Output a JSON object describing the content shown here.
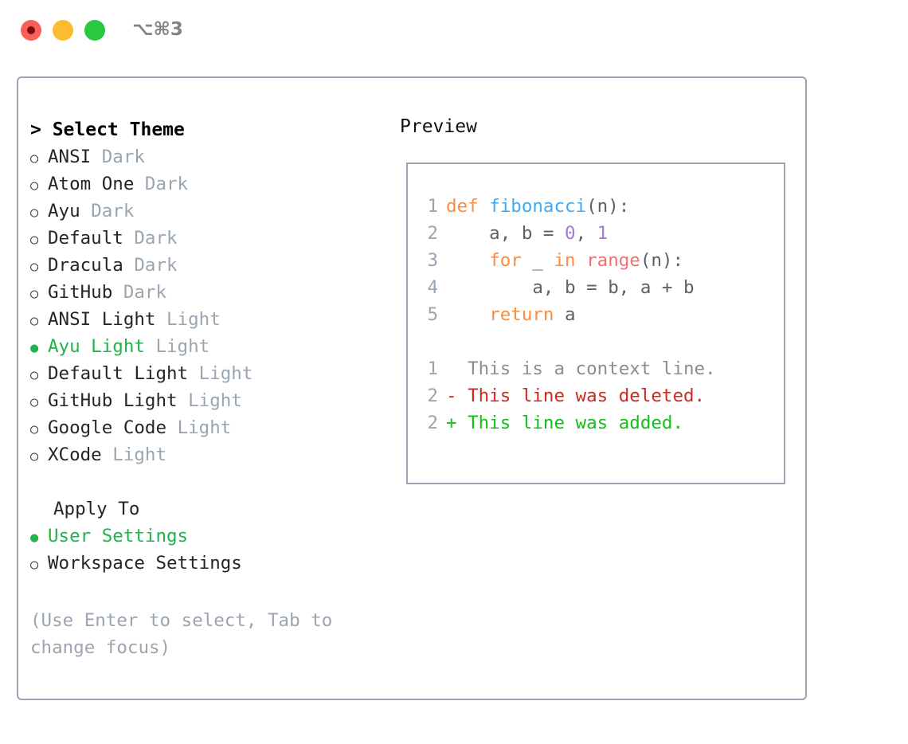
{
  "window": {
    "title": "⌥⌘3",
    "traffic_lights": [
      "close",
      "minimize",
      "maximize"
    ],
    "colors": {
      "close": "#fb5f57",
      "minimize": "#fcbc2d",
      "maximize": "#28c83f",
      "close_dot": "#7c0f0b",
      "border": "#9aa5b1",
      "accent_green": "#22b34b",
      "muted": "#9aa5b1"
    }
  },
  "theme_picker": {
    "header": "> Select Theme",
    "items": [
      {
        "name": "ANSI",
        "variant": "Dark",
        "selected": false
      },
      {
        "name": "Atom One",
        "variant": "Dark",
        "selected": false
      },
      {
        "name": "Ayu",
        "variant": "Dark",
        "selected": false
      },
      {
        "name": "Default",
        "variant": "Dark",
        "selected": false
      },
      {
        "name": "Dracula",
        "variant": "Dark",
        "selected": false
      },
      {
        "name": "GitHub",
        "variant": "Dark",
        "selected": false
      },
      {
        "name": "ANSI Light",
        "variant": "Light",
        "selected": false
      },
      {
        "name": "Ayu Light",
        "variant": "Light",
        "selected": true
      },
      {
        "name": "Default Light",
        "variant": "Light",
        "selected": false
      },
      {
        "name": "GitHub Light",
        "variant": "Light",
        "selected": false
      },
      {
        "name": "Google Code",
        "variant": "Light",
        "selected": false
      },
      {
        "name": "XCode",
        "variant": "Light",
        "selected": false
      }
    ]
  },
  "apply_to": {
    "header": "Apply To",
    "items": [
      {
        "name": "User Settings",
        "selected": true
      },
      {
        "name": "Workspace Settings",
        "selected": false
      }
    ]
  },
  "help": {
    "text": "(Use Enter to select, Tab to change focus)"
  },
  "preview": {
    "label": "Preview",
    "code_lines": [
      {
        "number": "1",
        "tokens": [
          {
            "t": "def",
            "c": "kw"
          },
          {
            "t": " ",
            "c": "pl"
          },
          {
            "t": "fibonacci",
            "c": "fn"
          },
          {
            "t": "(n):",
            "c": "pl"
          }
        ]
      },
      {
        "number": "2",
        "tokens": [
          {
            "t": "    a, b = ",
            "c": "pl"
          },
          {
            "t": "0",
            "c": "num"
          },
          {
            "t": ", ",
            "c": "pl"
          },
          {
            "t": "1",
            "c": "num"
          }
        ]
      },
      {
        "number": "3",
        "tokens": [
          {
            "t": "    ",
            "c": "pl"
          },
          {
            "t": "for",
            "c": "kw"
          },
          {
            "t": " _ ",
            "c": "pl"
          },
          {
            "t": "in",
            "c": "kw"
          },
          {
            "t": " ",
            "c": "pl"
          },
          {
            "t": "range",
            "c": "bi"
          },
          {
            "t": "(n):",
            "c": "pl"
          }
        ]
      },
      {
        "number": "4",
        "tokens": [
          {
            "t": "        a, b = b, a + b",
            "c": "pl"
          }
        ]
      },
      {
        "number": "5",
        "tokens": [
          {
            "t": "    ",
            "c": "pl"
          },
          {
            "t": "return",
            "c": "kw"
          },
          {
            "t": " a",
            "c": "pl"
          }
        ]
      }
    ],
    "diff_lines": [
      {
        "number": "1",
        "sign": " ",
        "text": "This is a context line.",
        "kind": "diff-ctx"
      },
      {
        "number": "2",
        "sign": "-",
        "text": "This line was deleted.",
        "kind": "diff-del"
      },
      {
        "number": "2",
        "sign": "+",
        "text": "This line was added.",
        "kind": "diff-add"
      }
    ]
  }
}
